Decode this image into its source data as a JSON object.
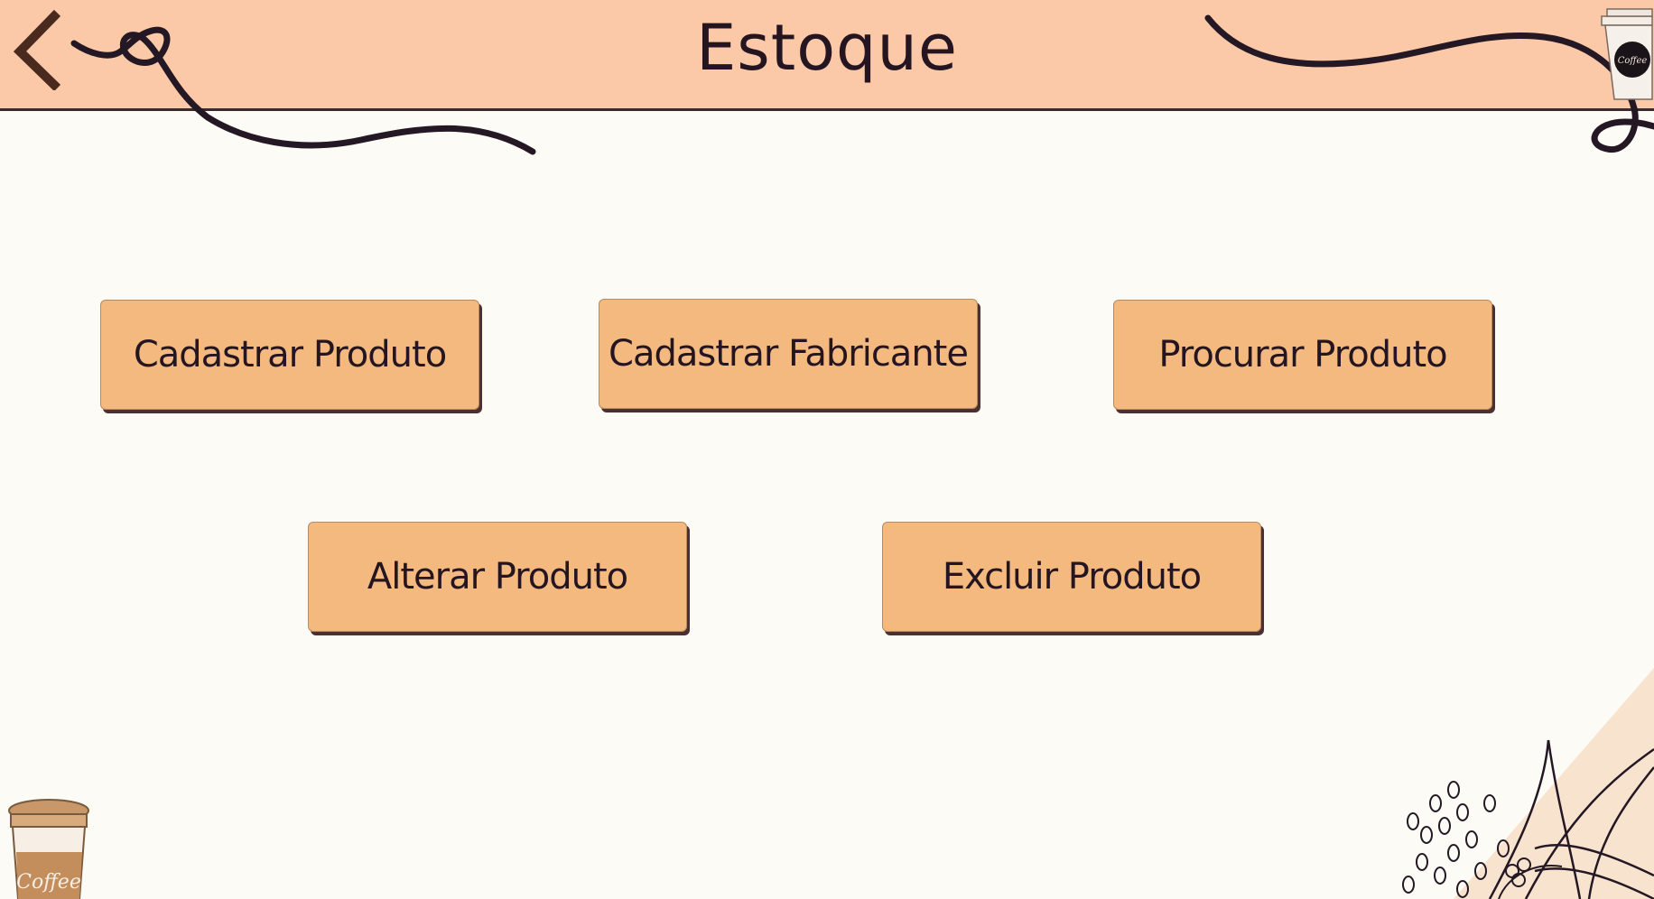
{
  "header": {
    "title": "Estoque",
    "back_icon": "chevron-left-icon"
  },
  "actions": {
    "cadastrar_produto": "Cadastrar Produto",
    "cadastrar_fabricante": "Cadastrar Fabricante",
    "procurar_produto": "Procurar Produto",
    "alterar_produto": "Alterar Produto",
    "excluir_produto": "Excluir Produto"
  },
  "decorations": {
    "cup_logo_label": "Coffee",
    "small_cup_label": "Coffee"
  },
  "colors": {
    "header_bg": "#fbc9a8",
    "page_bg": "#fdfbf6",
    "button_bg": "#f3b97f",
    "text": "#241520"
  }
}
